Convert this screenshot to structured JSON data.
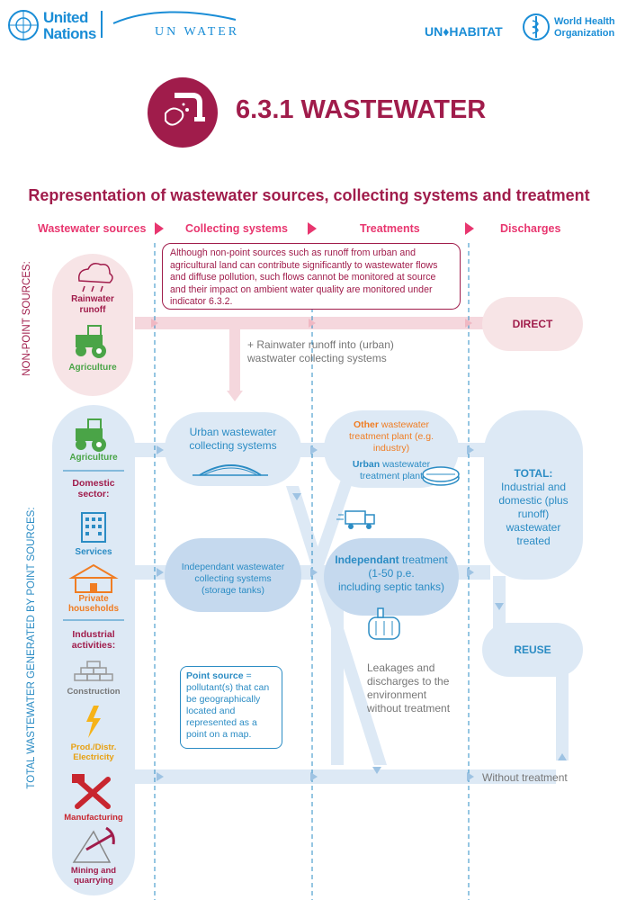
{
  "header": {
    "un_text_line1": "United",
    "un_text_line2": "Nations",
    "unwater_text": "UN WATER",
    "unhabitat_text": "UN♦HABITAT",
    "who_line1": "World Health",
    "who_line2": "Organization"
  },
  "title": "6.3.1 WASTEWATER",
  "subtitle": "Representation of wastewater sources, collecting systems and treatment",
  "columns": {
    "sources": "Wastewater sources",
    "collecting": "Collecting systems",
    "treatments": "Treatments",
    "discharges": "Discharges"
  },
  "side_labels": {
    "non_point": "NON-POINT SOURCES:",
    "point": "TOTAL WASTEWATER GENERATED BY POINT SOURCES:"
  },
  "note": "Although non-point sources such as runoff from urban and agricultural land can contribute significantly to wastewater flows and diffuse pollution, such flows cannot be monitored at source and their impact on ambient water quality are monitored under indicator 6.3.2.",
  "non_point": {
    "rainwater_line1": "Rainwater",
    "rainwater_line2": "runoff",
    "agriculture": "Agriculture",
    "direct": "DIRECT",
    "rain_into_line1": "+ Rainwater runoff into (urban)",
    "rain_into_line2": "wastwater collecting systems"
  },
  "point_sources": {
    "agriculture": "Agriculture",
    "domestic_line1": "Domestic",
    "domestic_line2": "sector:",
    "services": "Services",
    "private_line1": "Private",
    "private_line2": "households",
    "industrial_line1": "Industrial",
    "industrial_line2": "activities:",
    "construction": "Construction",
    "prod_line1": "Prod./Distr.",
    "prod_line2": "Electricity",
    "manufacturing": "Manufacturing",
    "mining_line1": "Mining and",
    "mining_line2": "quarrying"
  },
  "collecting": {
    "urban_line1": "Urban wastewater",
    "urban_line2": "collecting systems",
    "indep_line1": "Independant wastewater",
    "indep_line2": "collecting systems",
    "indep_line3": "(storage tanks)"
  },
  "treatments": {
    "other_bold": "Other",
    "other_rest1": " wastewater",
    "other_line2": "treatment plant (e.g.",
    "other_line3": "industry)",
    "urban_bold": "Urban",
    "urban_rest": " wastewater",
    "urban_line2": "treatment plant",
    "indep_bold": "Independant",
    "indep_rest": " treatment",
    "indep_line2": "(1-50 p.e.",
    "indep_line3": "including septic tanks)"
  },
  "discharges": {
    "total_bold": "TOTAL:",
    "total_line1": "Industrial and",
    "total_line2": "domestic (plus",
    "total_line3": "runoff)",
    "total_line4": "wastewater",
    "total_line5": "treated",
    "reuse": "REUSE",
    "without_treatment": "Without treatment"
  },
  "leakages": {
    "line1": "Leakages and",
    "line2": "discharges to the",
    "line3": "environment",
    "line4": "without treatment"
  },
  "point_source_def": {
    "bold": "Point source",
    "rest": " =",
    "line2": "pollutant(s) that can",
    "line3": "be geographically",
    "line4": "located and",
    "line5": "represented as a",
    "line6": "point on a map."
  },
  "colors": {
    "maroon": "#a01c4b",
    "pink": "#e8366f",
    "blue": "#2b8cc4",
    "light_blue": "#dde9f5",
    "mid_blue": "#c5d9ee",
    "light_pink": "#f7e4e6",
    "green": "#4aa447",
    "orange": "#f07d23",
    "red": "#c8262f",
    "yellow": "#f6b318"
  }
}
